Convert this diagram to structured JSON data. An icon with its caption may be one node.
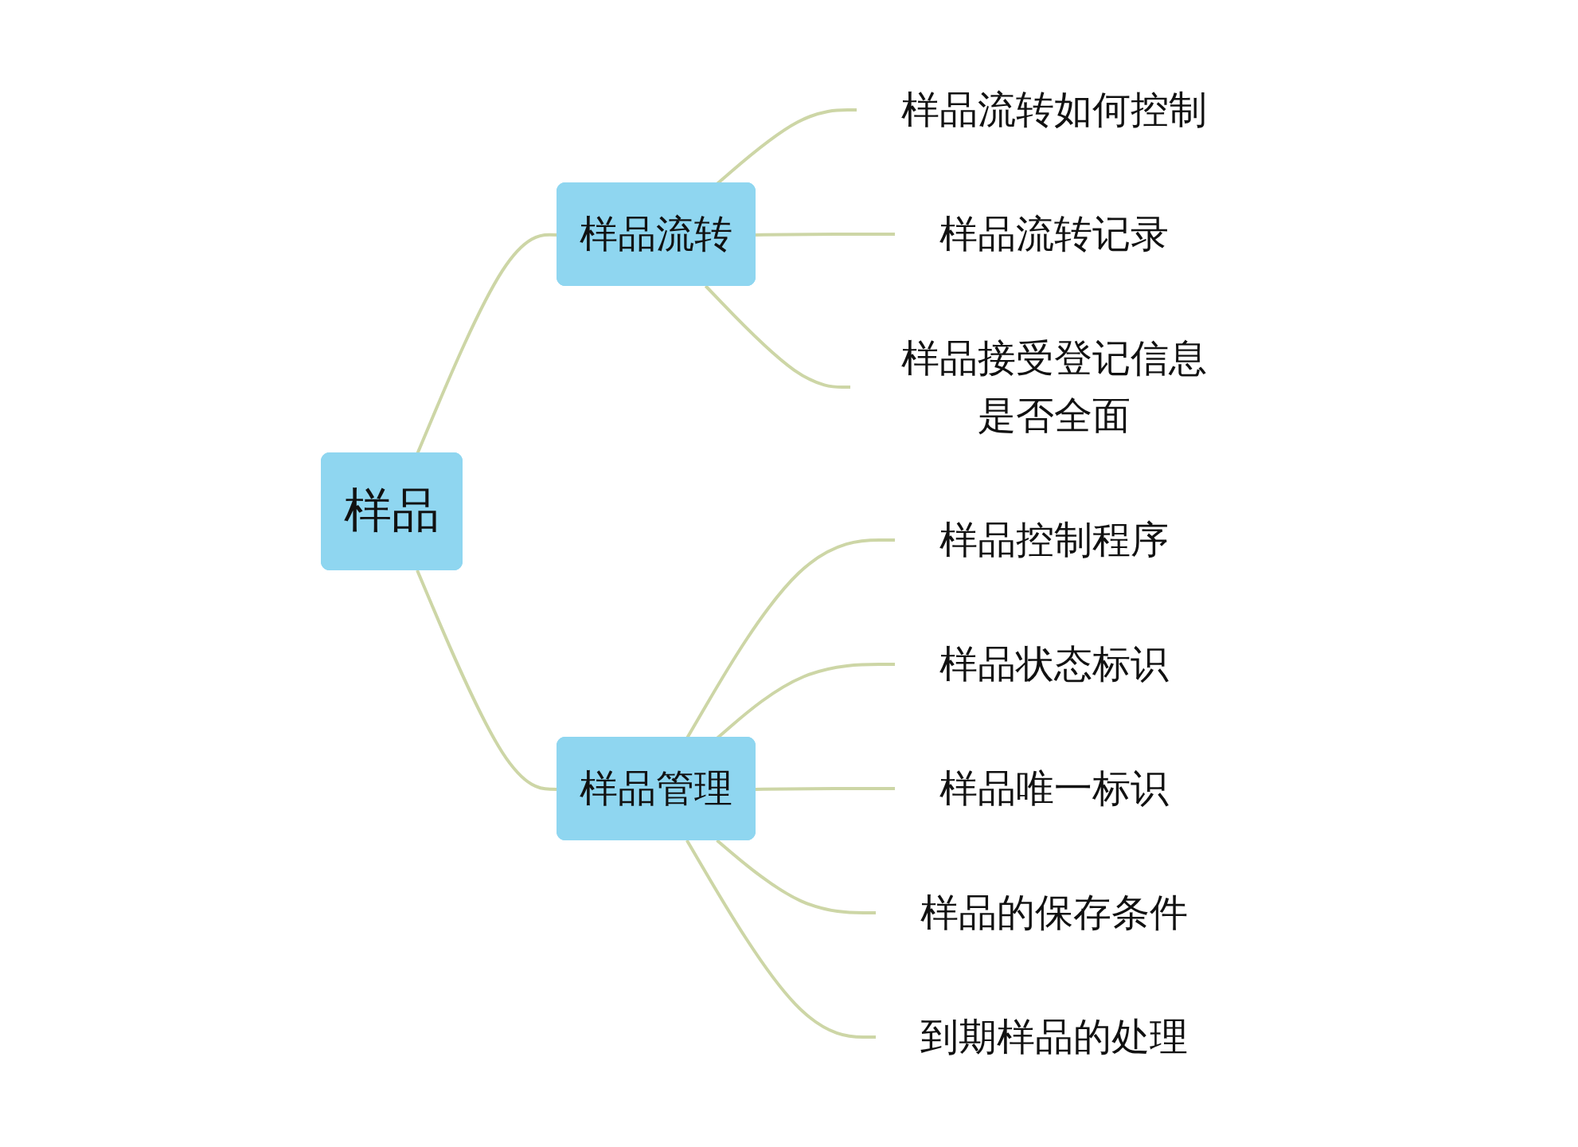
{
  "diagram": {
    "nodes": [
      {
        "text": [
          "样品"
        ]
      },
      {
        "text": [
          "样品流转"
        ]
      },
      {
        "text": [
          "样品管理"
        ]
      },
      {
        "text": [
          "样品流转如何控制"
        ]
      },
      {
        "text": [
          "样品流转记录"
        ]
      },
      {
        "text": [
          "样品接受登记信息是否全面"
        ]
      },
      {
        "text": [
          "样品控制程序"
        ]
      },
      {
        "text": [
          "样品状态标识"
        ]
      },
      {
        "text": [
          "样品唯一标识"
        ]
      },
      {
        "text": [
          "样品的保存条件"
        ]
      },
      {
        "text": [
          "到期样品的处理"
        ]
      }
    ],
    "edges": [
      {
        "from": 0,
        "to": 1,
        "arrow": "none"
      },
      {
        "from": 0,
        "to": 2,
        "arrow": "none"
      },
      {
        "from": 1,
        "to": 3,
        "arrow": "none"
      },
      {
        "from": 1,
        "to": 4,
        "arrow": "none"
      },
      {
        "from": 1,
        "to": 5,
        "arrow": "none"
      },
      {
        "from": 2,
        "to": 6,
        "arrow": "none"
      },
      {
        "from": 2,
        "to": 7,
        "arrow": "none"
      },
      {
        "from": 2,
        "to": 8,
        "arrow": "none"
      },
      {
        "from": 2,
        "to": 9,
        "arrow": "none"
      },
      {
        "from": 2,
        "to": 10,
        "arrow": "none"
      }
    ]
  }
}
